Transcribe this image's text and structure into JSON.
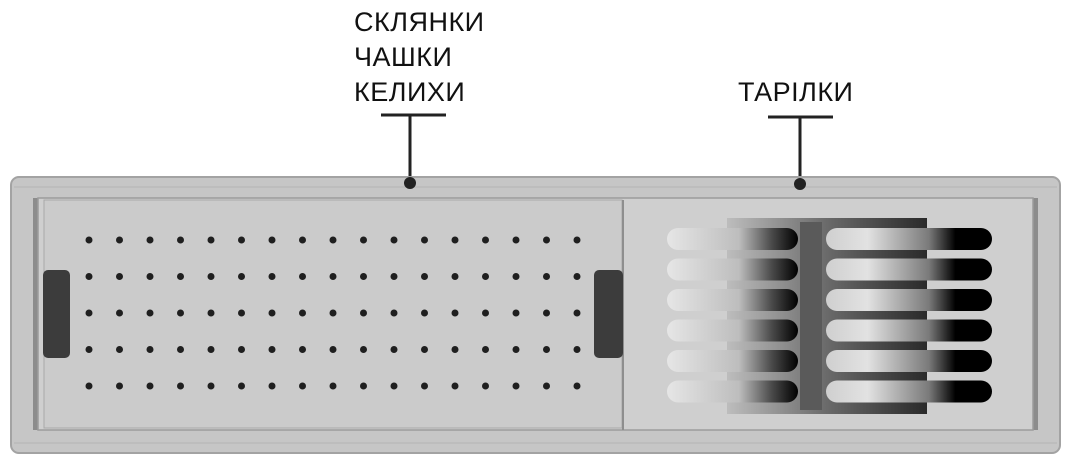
{
  "callouts": {
    "left": {
      "lines": [
        "СКЛЯНКИ",
        "ЧАШКИ",
        "КЕЛИХИ"
      ]
    },
    "right": {
      "lines": [
        "ТАРІЛКИ"
      ]
    }
  },
  "colors": {
    "tray_outer": "#c6c6c6",
    "tray_border": "#a3a3a3",
    "tray_inner": "#cfcfcf",
    "holes": "#1f1f1f",
    "handle": "#3c3c3c",
    "plate_rack_dark": "#000000",
    "leader": "#222222"
  },
  "icons": {
    "hole_pattern": "perforated-panel",
    "plate_rack": "plate-rack-slots"
  }
}
